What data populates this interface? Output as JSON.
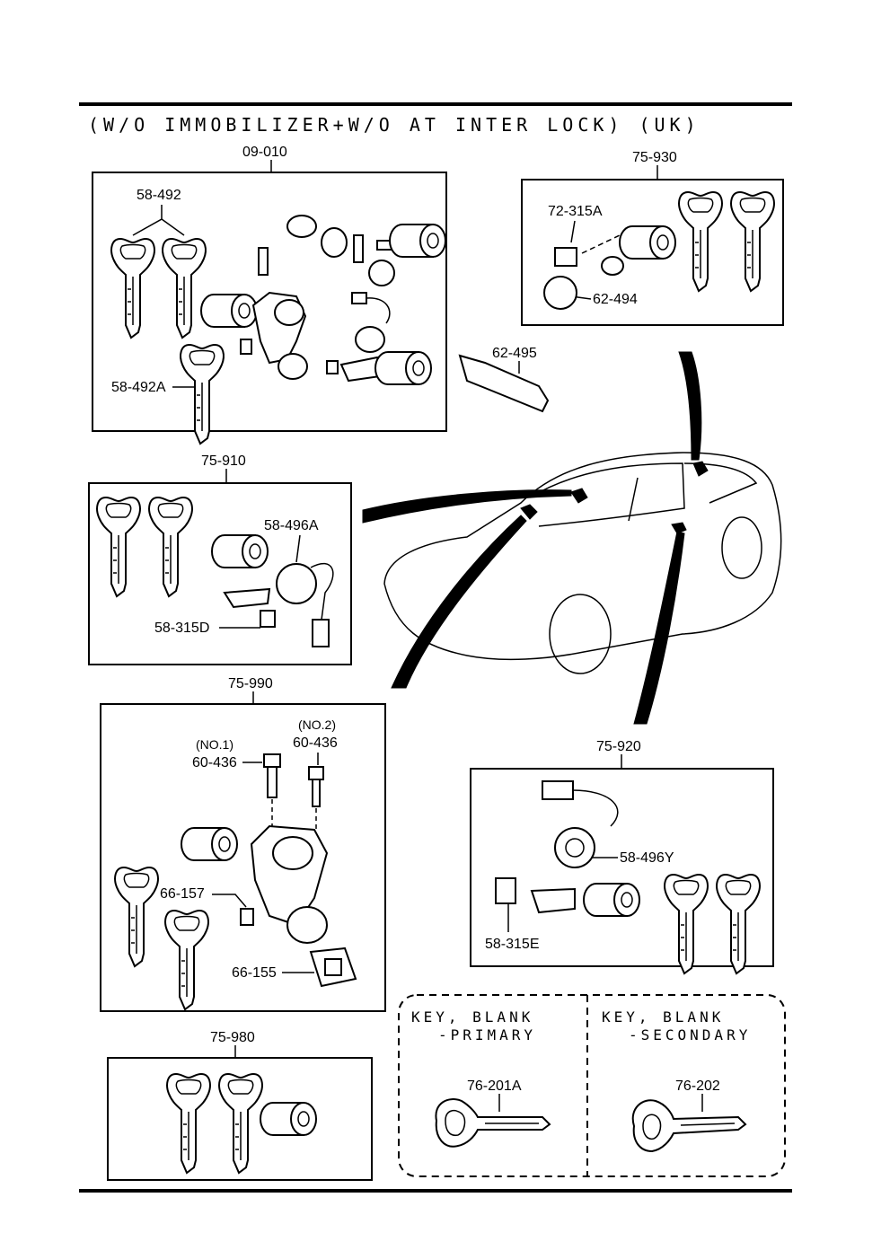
{
  "header": "(W/O IMMOBILIZER+W/O AT INTER LOCK) (UK)",
  "groups": [
    {
      "id": "g09010",
      "label": "09-010",
      "parts": [
        "58-492",
        "58-492A"
      ]
    },
    {
      "id": "g75930",
      "label": "75-930",
      "parts": [
        "72-315A",
        "62-494"
      ]
    },
    {
      "id": "g62495",
      "label": "62-495"
    },
    {
      "id": "g75910",
      "label": "75-910",
      "parts": [
        "58-496A",
        "58-315D"
      ]
    },
    {
      "id": "g75990",
      "label": "75-990",
      "parts": [
        "(NO.1)",
        "60-436",
        "(NO.2)",
        "60-436",
        "66-157",
        "66-155"
      ]
    },
    {
      "id": "g75920",
      "label": "75-920",
      "parts": [
        "58-496Y",
        "58-315E"
      ]
    },
    {
      "id": "g75980",
      "label": "75-980"
    }
  ],
  "blanks": {
    "primary": {
      "title": "KEY, BLANK",
      "subtitle": "-PRIMARY",
      "part": "76-201A"
    },
    "secondary": {
      "title": "KEY, BLANK",
      "subtitle": "-SECONDARY",
      "part": "76-202"
    }
  }
}
